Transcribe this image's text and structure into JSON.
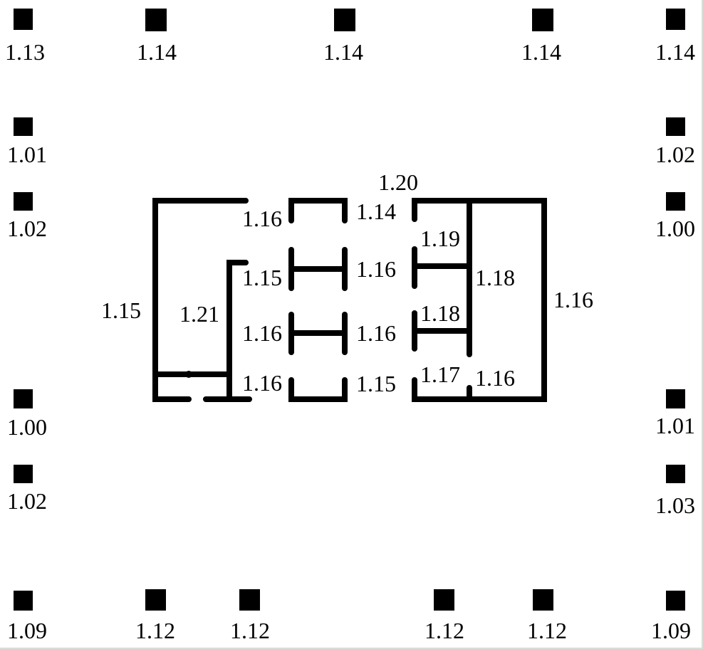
{
  "colors": {
    "ink": "#000000",
    "background": "#ffffff"
  },
  "columns": [
    {
      "label": "1.13"
    },
    {
      "label": "1.14"
    },
    {
      "label": "1.14"
    },
    {
      "label": "1.14"
    },
    {
      "label": "1.14"
    },
    {
      "label": "1.01"
    },
    {
      "label": "1.02"
    },
    {
      "label": "1.02"
    },
    {
      "label": "1.00"
    },
    {
      "label": "1.00"
    },
    {
      "label": "1.01"
    },
    {
      "label": "1.02"
    },
    {
      "label": "1.03"
    },
    {
      "label": "1.09"
    },
    {
      "label": "1.12"
    },
    {
      "label": "1.12"
    },
    {
      "label": "1.12"
    },
    {
      "label": "1.12"
    },
    {
      "label": "1.09"
    }
  ],
  "wall_labels": [
    "1.16",
    "1.14",
    "1.20",
    "1.15",
    "1.21",
    "1.15",
    "1.16",
    "1.19",
    "1.18",
    "1.16",
    "1.16",
    "1.16",
    "1.18",
    "1.16",
    "1.15",
    "1.17",
    "1.16"
  ]
}
